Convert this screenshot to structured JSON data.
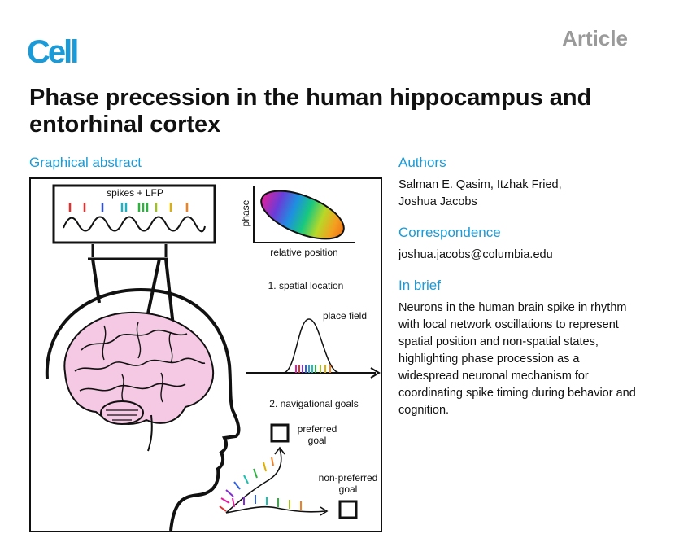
{
  "journal": {
    "logo": "Cell",
    "article_type": "Article"
  },
  "title": "Phase precession in the human hippocampus and entorhinal cortex",
  "graphical_abstract": {
    "heading": "Graphical abstract",
    "spikes_label": "spikes + LFP",
    "phase_axis": "phase",
    "position_axis": "relative position",
    "section1": "1. spatial location",
    "place_field": "place field",
    "section2": "2. navigational goals",
    "preferred_line1": "preferred",
    "preferred_line2": "goal",
    "nonpreferred_line1": "non-preferred",
    "nonpreferred_line2": "goal"
  },
  "authors": {
    "heading": "Authors",
    "line1": "Salman E. Qasim, Itzhak Fried,",
    "line2": "Joshua Jacobs"
  },
  "correspondence": {
    "heading": "Correspondence",
    "email": "joshua.jacobs@columbia.edu"
  },
  "in_brief": {
    "heading": "In brief",
    "text": "Neurons in the human brain spike in rhythm with local network oscillations to represent spatial position and non-spatial states, highlighting phase procession as a widespread neuronal mechanism for coordinating spike timing during behavior and cognition."
  },
  "colors": {
    "accent": "#1a9bd7",
    "muted": "#9a9a9a",
    "brain": "#f5c9e3"
  }
}
